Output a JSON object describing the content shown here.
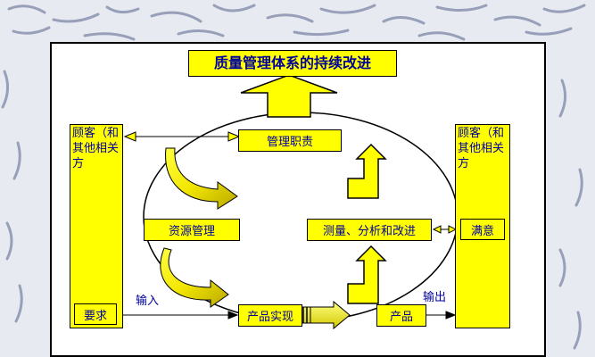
{
  "title": "质量管理体系的持续改进",
  "nodes": {
    "mgmt": "管理职责",
    "resources": "资源管理",
    "measure": "测量、分析和改进",
    "realization": "产品实现",
    "product": "产品",
    "requirements": "要求",
    "satisfaction": "满意"
  },
  "customer_left": "顾客（和其他相关方",
  "customer_right": "顾客（和其他相关方",
  "labels": {
    "input": "输入",
    "output": "输出"
  },
  "colors": {
    "box_fill": "#ffff00",
    "text": "#00009c",
    "background": "#e8eaf2"
  }
}
